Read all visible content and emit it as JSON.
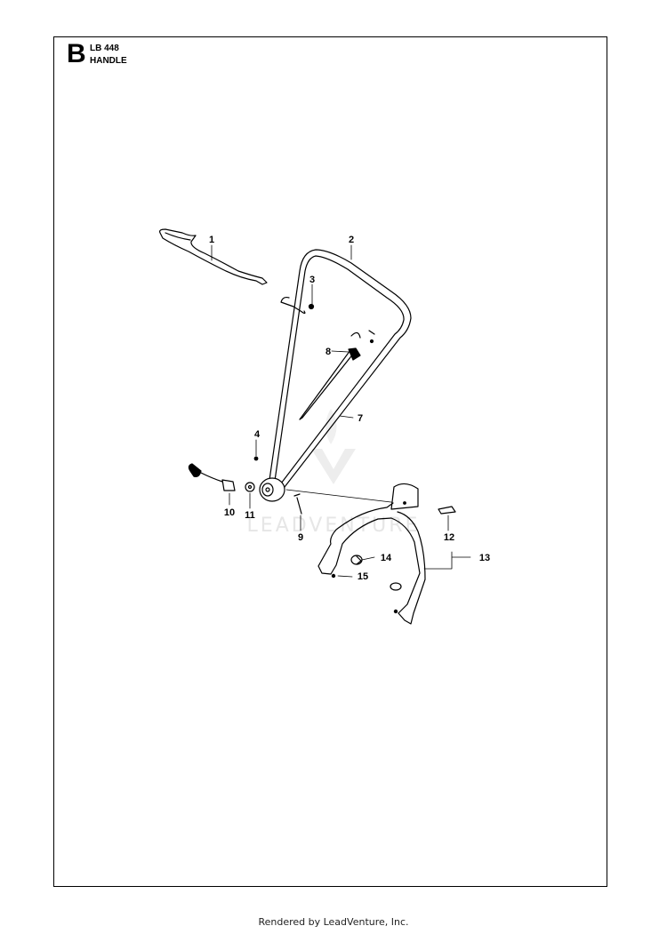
{
  "header": {
    "section_letter": "B",
    "model": "LB 448",
    "title": "HANDLE"
  },
  "watermark": "LEADVENTURE",
  "callouts": [
    {
      "label": "1"
    },
    {
      "label": "2"
    },
    {
      "label": "3"
    },
    {
      "label": "4"
    },
    {
      "label": "7"
    },
    {
      "label": "8"
    },
    {
      "label": "9"
    },
    {
      "label": "10"
    },
    {
      "label": "11"
    },
    {
      "label": "12"
    },
    {
      "label": "13"
    },
    {
      "label": "14"
    },
    {
      "label": "15"
    }
  ],
  "footer": "Rendered by LeadVenture, Inc.",
  "colors": {
    "line": "#000000",
    "part_fill": "#ffffff",
    "watermark": "#e6e6e6"
  }
}
